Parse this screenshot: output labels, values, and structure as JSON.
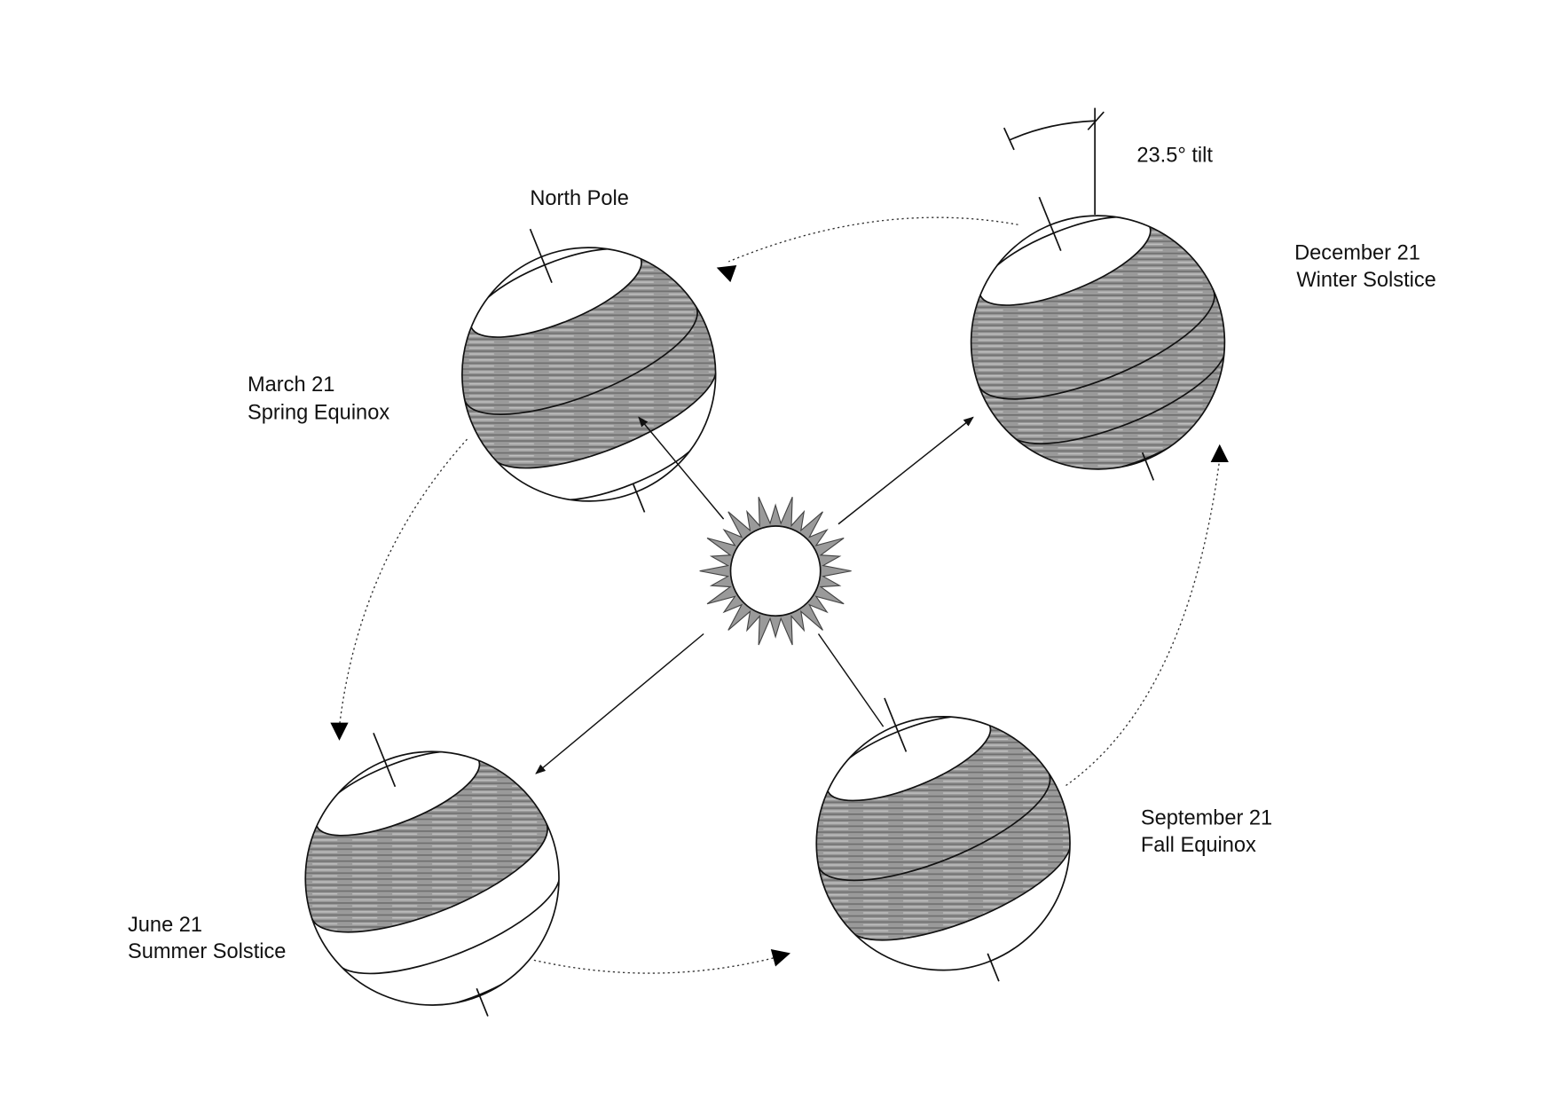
{
  "labels": {
    "north_pole": "North Pole",
    "tilt": "23.5° tilt",
    "december": {
      "date": "December 21",
      "event": "Winter Solstice"
    },
    "march": {
      "date": "March 21",
      "event": "Spring Equinox"
    },
    "june": {
      "date": "June 21",
      "event": "Summer Solstice"
    },
    "september": {
      "date": "September 21",
      "event": "Fall Equinox"
    }
  },
  "colors": {
    "shade": "#8c8c8c",
    "shade_light": "#c8c8c8",
    "line": "#111111",
    "sun": "#9a9a9a"
  }
}
